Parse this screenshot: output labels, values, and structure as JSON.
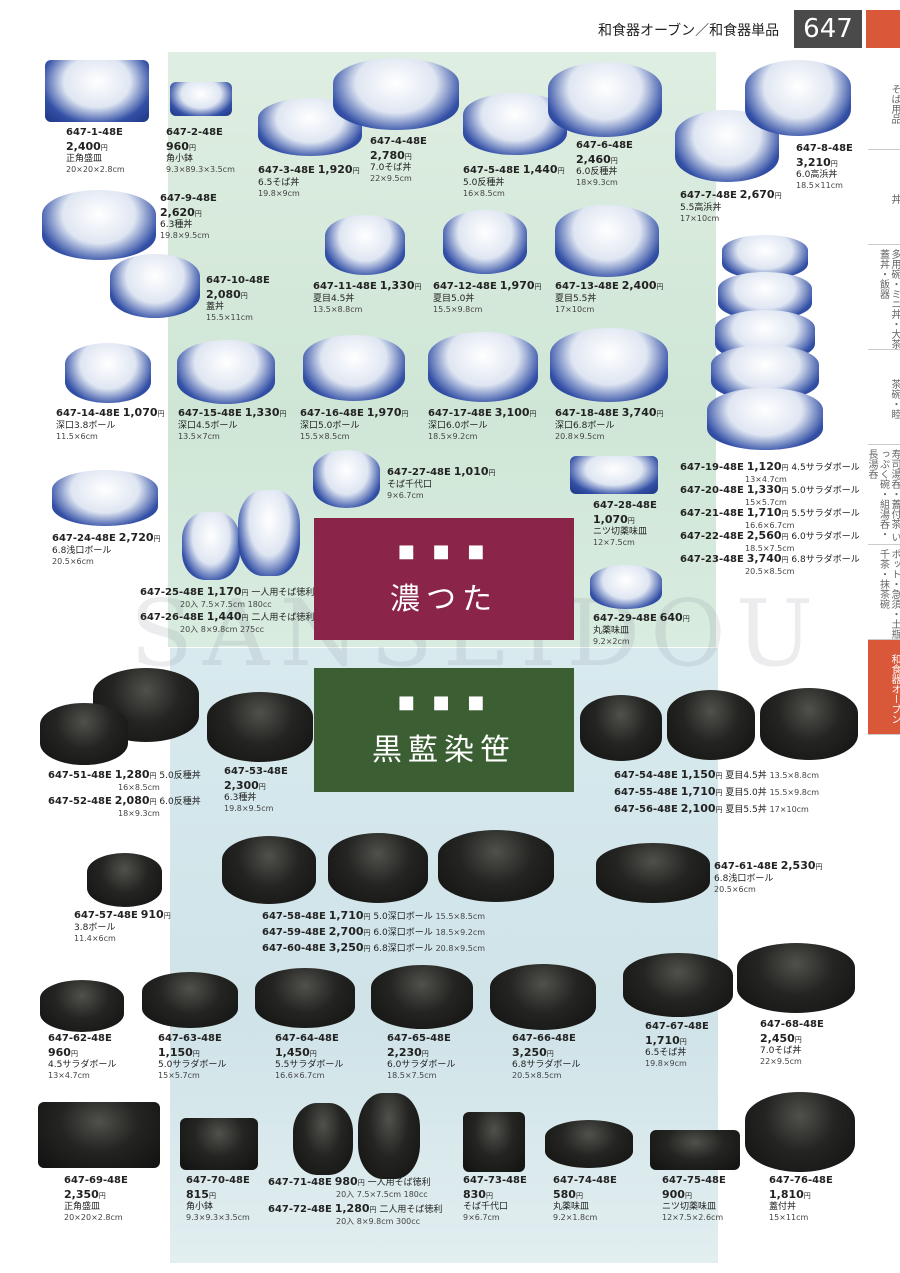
{
  "header": {
    "title": "和食器オーブン／和食器単品",
    "page": "647"
  },
  "sidebar": [
    "そば用品",
    "丼",
    "多用碗・ミニ丼・大茶 蓋丼・飯器",
    "茶碗・睦",
    "寿司湯呑・蓋付茶 いっぷく碗・組湯呑・長湯呑",
    "ポット・急須・土瓶 千茶・抹茶碗",
    "和食器オーブン"
  ],
  "banners": {
    "top": "濃つた",
    "bottom": "黒藍染笹",
    "squares": "■ ■ ■"
  },
  "watermark": "SANSEIDOU",
  "yen": "円",
  "items": [
    {
      "code": "647-1-48E",
      "price": "2,400",
      "name": "正角盛皿",
      "size": "20×20×2.8cm"
    },
    {
      "code": "647-2-48E",
      "price": "960",
      "name": "角小鉢",
      "size": "9.3×89.3×3.5cm"
    },
    {
      "code": "647-3-48E",
      "price": "1,920",
      "name": "6.5そば丼",
      "size": "19.8×9cm"
    },
    {
      "code": "647-4-48E",
      "price": "2,780",
      "name": "7.0そば丼",
      "size": "22×9.5cm"
    },
    {
      "code": "647-5-48E",
      "price": "1,440",
      "name": "5.0反種丼",
      "size": "16×8.5cm"
    },
    {
      "code": "647-6-48E",
      "price": "2,460",
      "name": "6.0反種丼",
      "size": "18×9.3cm"
    },
    {
      "code": "647-7-48E",
      "price": "2,670",
      "name": "5.5高浜丼",
      "size": "17×10cm"
    },
    {
      "code": "647-8-48E",
      "price": "3,210",
      "name": "6.0高浜丼",
      "size": "18.5×11cm"
    },
    {
      "code": "647-9-48E",
      "price": "2,620",
      "name": "6.3種丼",
      "size": "19.8×9.5cm"
    },
    {
      "code": "647-10-48E",
      "price": "2,080",
      "name": "蓋丼",
      "size": "15.5×11cm"
    },
    {
      "code": "647-11-48E",
      "price": "1,330",
      "name": "夏目4.5丼",
      "size": "13.5×8.8cm"
    },
    {
      "code": "647-12-48E",
      "price": "1,970",
      "name": "夏目5.0丼",
      "size": "15.5×9.8cm"
    },
    {
      "code": "647-13-48E",
      "price": "2,400",
      "name": "夏目5.5丼",
      "size": "17×10cm"
    },
    {
      "code": "647-14-48E",
      "price": "1,070",
      "name": "深口3.8ボール",
      "size": "11.5×6cm"
    },
    {
      "code": "647-15-48E",
      "price": "1,330",
      "name": "深口4.5ボール",
      "size": "13.5×7cm"
    },
    {
      "code": "647-16-48E",
      "price": "1,970",
      "name": "深口5.0ボール",
      "size": "15.5×8.5cm"
    },
    {
      "code": "647-17-48E",
      "price": "3,100",
      "name": "深口6.0ボール",
      "size": "18.5×9.2cm"
    },
    {
      "code": "647-18-48E",
      "price": "3,740",
      "name": "深口6.8ボール",
      "size": "20.8×9.5cm"
    },
    {
      "code": "647-27-48E",
      "price": "1,010",
      "name": "そば千代口",
      "size": "9×6.7cm"
    },
    {
      "code": "647-24-48E",
      "price": "2,720",
      "name": "6.8浅口ボール",
      "size": "20.5×6cm"
    },
    {
      "code": "647-28-48E",
      "price": "1,070",
      "name": "ニツ切薬味皿",
      "size": "12×7.5cm"
    },
    {
      "code": "647-29-48E",
      "price": "640",
      "name": "丸薬味皿",
      "size": "9.2×2cm"
    },
    {
      "code": "647-51-48E",
      "price": "1,280",
      "name": "5.0反種丼",
      "size": "16×8.5cm"
    },
    {
      "code": "647-52-48E",
      "price": "2,080",
      "name": "6.0反種丼",
      "size": "18×9.3cm"
    },
    {
      "code": "647-53-48E",
      "price": "2,300",
      "name": "6.3種丼",
      "size": "19.8×9.5cm"
    },
    {
      "code": "647-57-48E",
      "price": "910",
      "name": "3.8ボール",
      "size": "11.4×6cm"
    },
    {
      "code": "647-61-48E",
      "price": "2,530",
      "name": "6.8浅口ボール",
      "size": "20.5×6cm"
    },
    {
      "code": "647-62-48E",
      "price": "960",
      "name": "4.5サラダボール",
      "size": "13×4.7cm"
    },
    {
      "code": "647-63-48E",
      "price": "1,150",
      "name": "5.0サラダボール",
      "size": "15×5.7cm"
    },
    {
      "code": "647-64-48E",
      "price": "1,450",
      "name": "5.5サラダボール",
      "size": "16.6×6.7cm"
    },
    {
      "code": "647-65-48E",
      "price": "2,230",
      "name": "6.0サラダボール",
      "size": "18.5×7.5cm"
    },
    {
      "code": "647-66-48E",
      "price": "3,250",
      "name": "6.8サラダボール",
      "size": "20.5×8.5cm"
    },
    {
      "code": "647-67-48E",
      "price": "1,710",
      "name": "6.5そば丼",
      "size": "19.8×9cm"
    },
    {
      "code": "647-68-48E",
      "price": "2,450",
      "name": "7.0そば丼",
      "size": "22×9.5cm"
    },
    {
      "code": "647-69-48E",
      "price": "2,350",
      "name": "正角盛皿",
      "size": "20×20×2.8cm"
    },
    {
      "code": "647-70-48E",
      "price": "815",
      "name": "角小鉢",
      "size": "9.3×9.3×3.5cm"
    },
    {
      "code": "647-73-48E",
      "price": "830",
      "name": "そば千代口",
      "size": "9×6.7cm"
    },
    {
      "code": "647-74-48E",
      "price": "580",
      "name": "丸薬味皿",
      "size": "9.2×1.8cm"
    },
    {
      "code": "647-75-48E",
      "price": "900",
      "name": "ニツ切薬味皿",
      "size": "12×7.5×2.6cm"
    },
    {
      "code": "647-76-48E",
      "price": "1,810",
      "name": "蓋付丼",
      "size": "15×11cm"
    }
  ],
  "lines": [
    {
      "code": "647-19-48E",
      "price": "1,120",
      "name": "4.5サラダボール",
      "size": "13×4.7cm"
    },
    {
      "code": "647-20-48E",
      "price": "1,330",
      "name": "5.0サラダボール",
      "size": "15×5.7cm"
    },
    {
      "code": "647-21-48E",
      "price": "1,710",
      "name": "5.5サラダボール",
      "size": "16.6×6.7cm"
    },
    {
      "code": "647-22-48E",
      "price": "2,560",
      "name": "6.0サラダボール",
      "size": "18.5×7.5cm"
    },
    {
      "code": "647-23-48E",
      "price": "3,740",
      "name": "6.8サラダボール",
      "size": "20.5×8.5cm"
    },
    {
      "code": "647-25-48E",
      "price": "1,170",
      "name": "一人用そば徳利",
      "qty": "20入",
      "size": "7.5×7.5cm 180cc"
    },
    {
      "code": "647-26-48E",
      "price": "1,440",
      "name": "二人用そば徳利",
      "qty": "20入",
      "size": "8×9.8cm 275cc"
    },
    {
      "code": "647-54-48E",
      "price": "1,150",
      "name": "夏目4.5丼",
      "size": "13.5×8.8cm"
    },
    {
      "code": "647-55-48E",
      "price": "1,710",
      "name": "夏目5.0丼",
      "size": "15.5×9.8cm"
    },
    {
      "code": "647-56-48E",
      "price": "2,100",
      "name": "夏目5.5丼",
      "size": "17×10cm"
    },
    {
      "code": "647-58-48E",
      "price": "1,710",
      "name": "5.0深口ボール",
      "size": "15.5×8.5cm"
    },
    {
      "code": "647-59-48E",
      "price": "2,700",
      "name": "6.0深口ボール",
      "size": "18.5×9.2cm"
    },
    {
      "code": "647-60-48E",
      "price": "3,250",
      "name": "6.8深口ボール",
      "size": "20.8×9.5cm"
    },
    {
      "code": "647-71-48E",
      "price": "980",
      "name": "一人用そば徳利",
      "qty": "20入",
      "size": "7.5×7.5cm 180cc"
    },
    {
      "code": "647-72-48E",
      "price": "1,280",
      "name": "二人用そば徳利",
      "qty": "20入",
      "size": "8×9.8cm 300cc"
    }
  ]
}
